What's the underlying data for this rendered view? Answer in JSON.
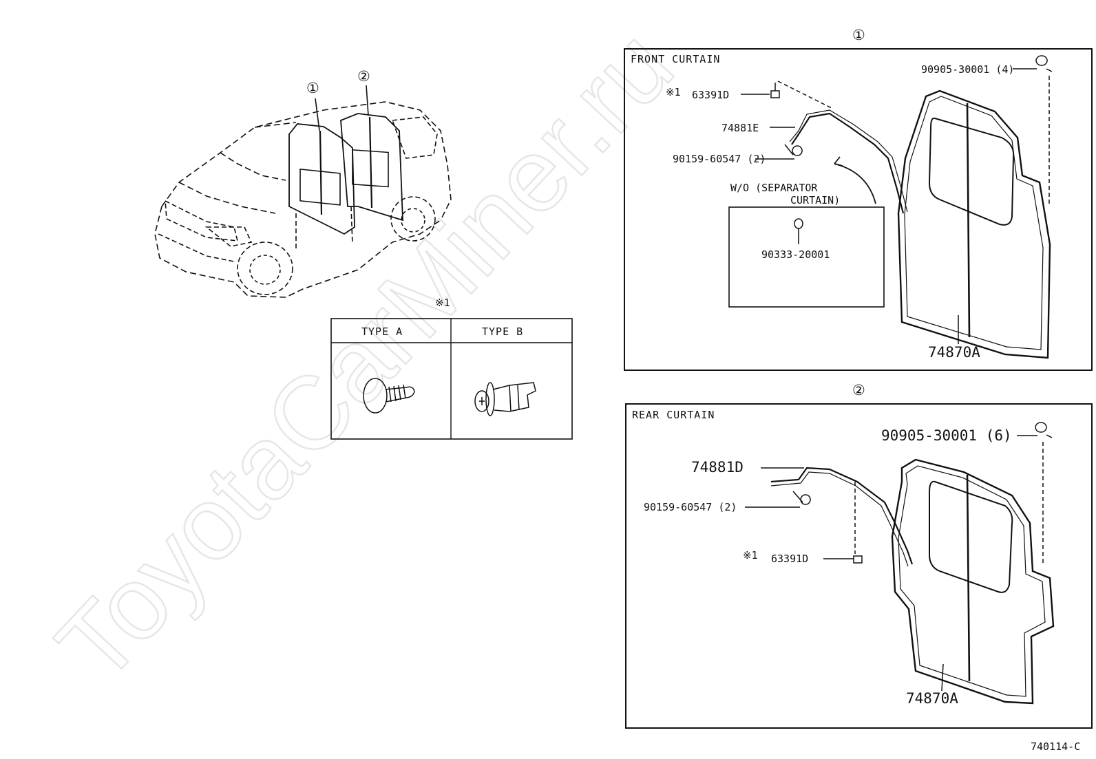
{
  "watermark": "ToyotaCarMiner.ru",
  "diagram_code": "740114-C",
  "overview": {
    "callout_1": "①",
    "callout_2": "②"
  },
  "legend": {
    "mark": "※1",
    "type_a": "TYPE A",
    "type_b": "TYPE B"
  },
  "front_panel": {
    "callout": "①",
    "title": "FRONT CURTAIN",
    "parts": {
      "clip_mark": "※1",
      "clip": "63391D",
      "nut": "90905-30001 (4)",
      "rod": "74881E",
      "screw": "90159-60547 (2)",
      "note_line1": "W/O (SEPARATOR",
      "note_line2": "CURTAIN)",
      "plug": "90333-20001",
      "curtain": "74870A"
    }
  },
  "rear_panel": {
    "callout": "②",
    "title": "REAR CURTAIN",
    "parts": {
      "nut": "90905-30001 (6)",
      "rod": "74881D",
      "screw": "90159-60547 (2)",
      "clip_mark": "※1",
      "clip": "63391D",
      "curtain": "74870A"
    }
  }
}
